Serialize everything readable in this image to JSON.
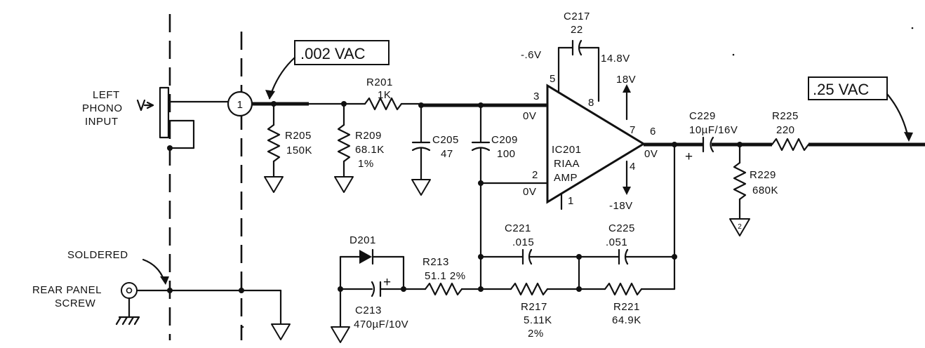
{
  "labels": {
    "phono_l1": "LEFT",
    "phono_l2": "PHONO",
    "phono_l3": "INPUT",
    "connector_num": "1",
    "probe_in": ".002 VAC",
    "probe_out": ".25 VAC",
    "soldered": "SOLDERED",
    "rear_l1": "REAR PANEL",
    "rear_l2": "SCREW",
    "ground_ref": "2"
  },
  "components": {
    "r201": {
      "ref": "R201",
      "value": "1K"
    },
    "r205": {
      "ref": "R205",
      "value": "150K"
    },
    "r209": {
      "ref": "R209",
      "value": "68.1K",
      "tol": "1%"
    },
    "c205": {
      "ref": "C205",
      "value": "47"
    },
    "c209": {
      "ref": "C209",
      "value": "100"
    },
    "c217": {
      "ref": "C217",
      "value": "22"
    },
    "ic201": {
      "ref": "IC201",
      "l2": "RIAA",
      "l3": "AMP"
    },
    "c229": {
      "ref": "C229",
      "value": "10µF/16V"
    },
    "r225": {
      "ref": "R225",
      "value": "220"
    },
    "r229": {
      "ref": "R229",
      "value": "680K"
    },
    "d201": {
      "ref": "D201"
    },
    "c213": {
      "ref": "C213",
      "value": "470µF/10V"
    },
    "r213": {
      "ref": "R213",
      "value": "51.1 2%"
    },
    "c221": {
      "ref": "C221",
      "value": ".015"
    },
    "c225": {
      "ref": "C225",
      "value": ".051"
    },
    "r217": {
      "ref": "R217",
      "value": "5.11K",
      "tol": "2%"
    },
    "r221": {
      "ref": "R221",
      "value": "64.9K"
    }
  },
  "pins": {
    "p3": "3",
    "p2": "2",
    "p5": "5",
    "p8": "8",
    "p7": "7",
    "p6": "6",
    "p4": "4",
    "p1": "1"
  },
  "voltages": {
    "pin3": "0V",
    "pin2": "0V",
    "pin5": "-.6V",
    "pin8": "14.8V",
    "pin7": "18V",
    "pin4": "-18V",
    "pin6": "0V"
  },
  "polarity": {
    "plus": "+"
  }
}
